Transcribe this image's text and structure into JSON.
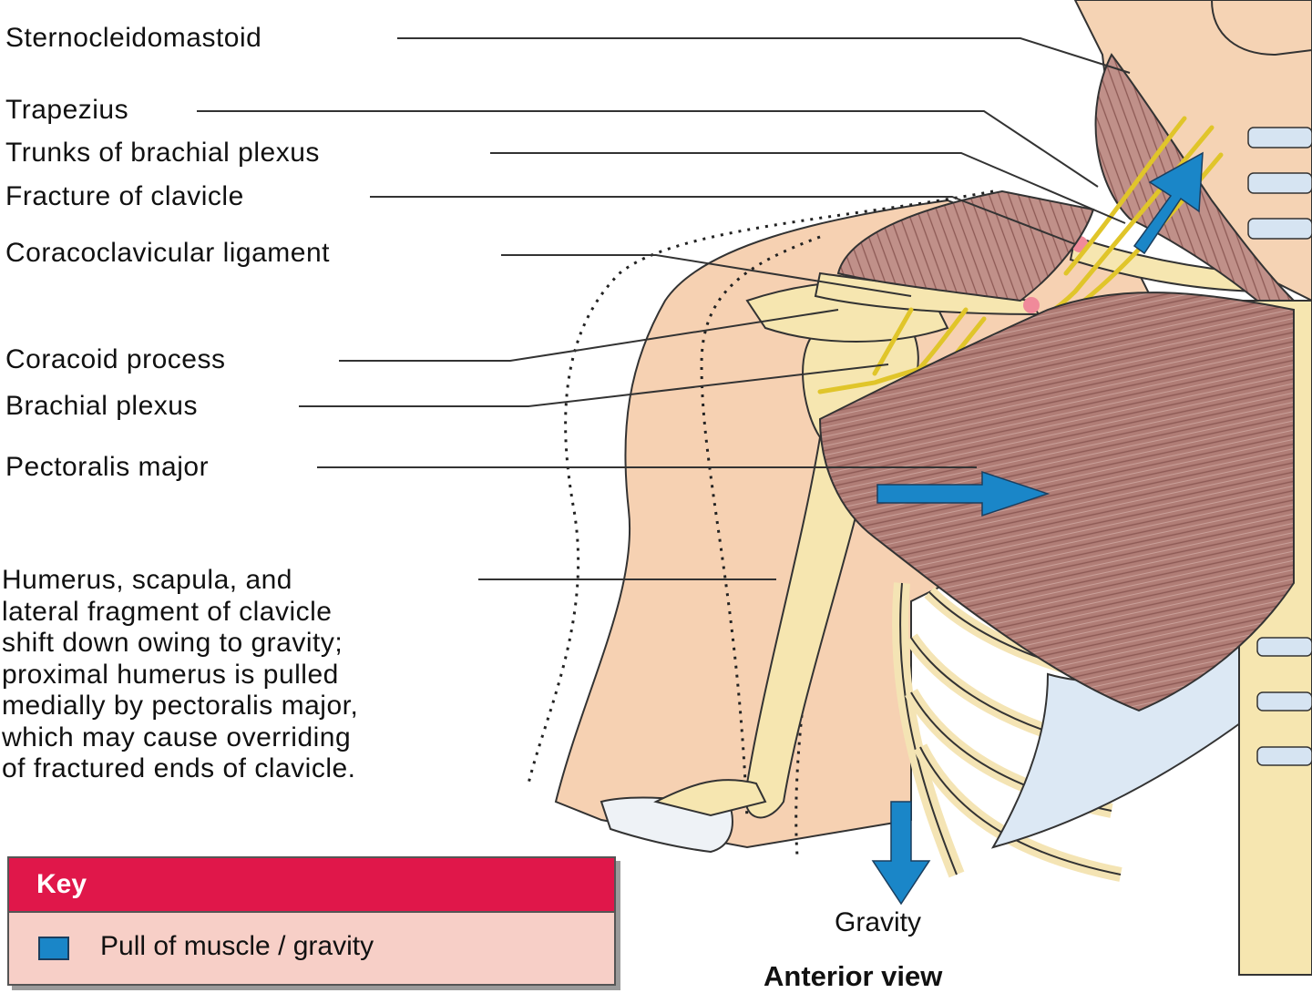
{
  "labels": {
    "sternocleidomastoid": "Sternocleidomastoid",
    "trapezius": "Trapezius",
    "trunks": "Trunks of brachial plexus",
    "fracture": "Fracture of clavicle",
    "coracoclavicular": "Coracoclavicular ligament",
    "coracoid": "Coracoid process",
    "brachial_plexus": "Brachial plexus",
    "pectoralis": "Pectoralis major"
  },
  "description_lines": [
    "Humerus, scapula, and",
    "lateral fragment of clavicle",
    "shift down owing to gravity;",
    "proximal humerus is pulled",
    "medially by pectoralis major,",
    "which may cause overriding",
    "of fractured ends of clavicle."
  ],
  "key": {
    "title": "Key",
    "item": "Pull of muscle / gravity"
  },
  "gravity_label": "Gravity",
  "view_label": "Anterior view",
  "colors": {
    "skin": "#f5cfae",
    "bone": "#f6e6b0",
    "muscle": "#b27f78",
    "nerve": "#e8d130",
    "arrow": "#1a86c8",
    "key_header": "#e0174a",
    "key_body": "#f7cfc7"
  }
}
